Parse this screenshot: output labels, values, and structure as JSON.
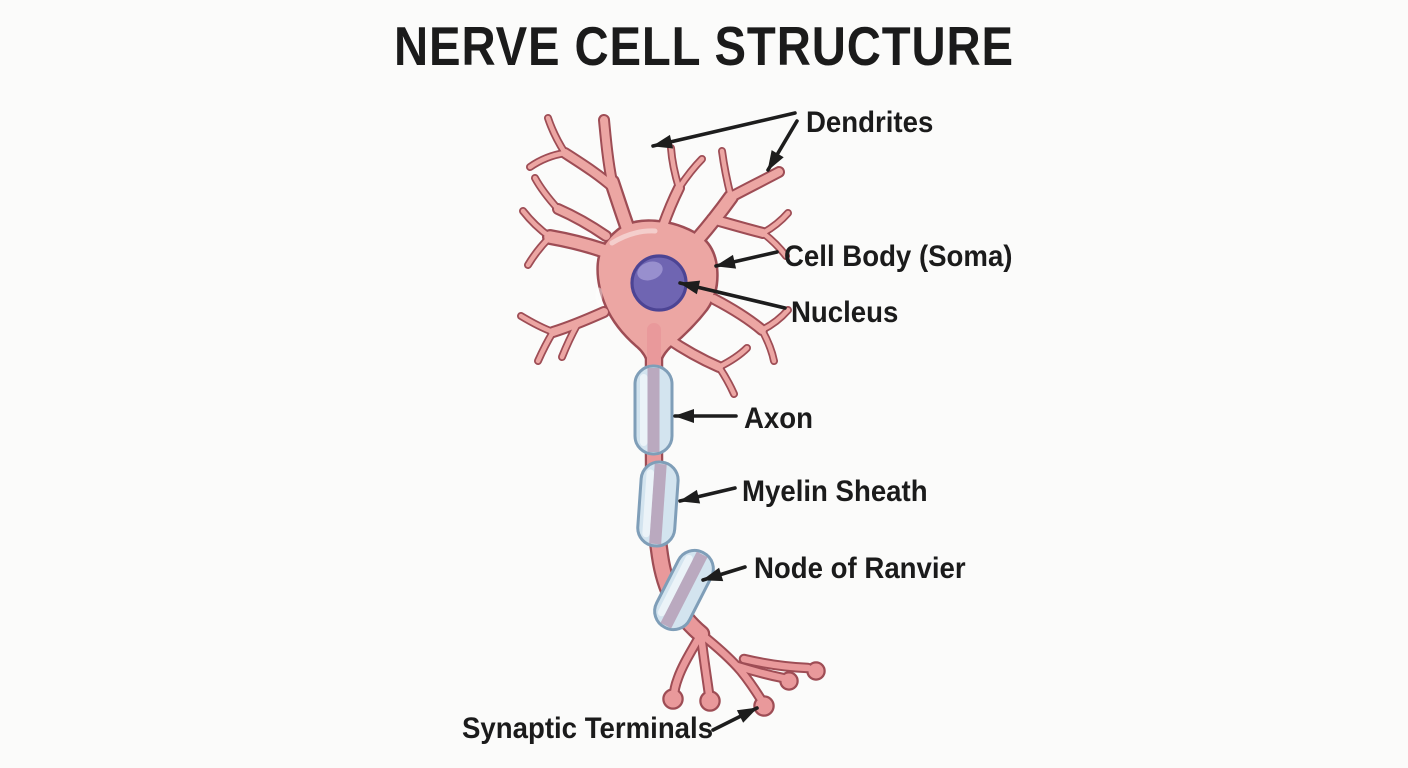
{
  "title": "NERVE CELL STRUCTURE",
  "labels": {
    "dendrites": "Dendrites",
    "cell_body": "Cell Body (Soma)",
    "nucleus": "Nucleus",
    "axon": "Axon",
    "myelin_sheath": "Myelin Sheath",
    "node_of_ranvier": "Node of Ranvier",
    "synaptic_terminals": "Synaptic Terminals"
  },
  "colors": {
    "background": "#fbfbfa",
    "text": "#1b1b1b",
    "arrow": "#1d1d1d",
    "soma_fill": "#eca6a3",
    "soma_outline": "#9e4d55",
    "axon_fill": "#e9999b",
    "nucleus_fill": "#6f65b2",
    "nucleus_outline": "#4c4494",
    "nucleus_highlight": "#9a91d0",
    "myelin_fill": "#d3e4ef",
    "myelin_outline": "#7f9eb8",
    "myelin_strip": "#b59fb6"
  }
}
